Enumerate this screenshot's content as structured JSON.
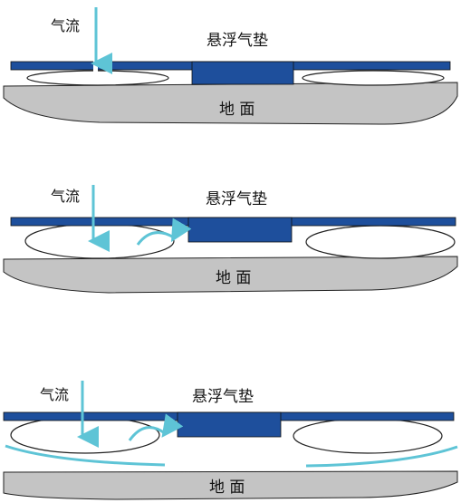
{
  "colors": {
    "plate": "#1e4f9c",
    "ground": "#c4c4c4",
    "airflow": "#5ec4d6",
    "outline": "#222222"
  },
  "panels": [
    {
      "airflow_label": "气流",
      "cushion_label": "悬浮气垫",
      "ground_label": "地 面"
    },
    {
      "airflow_label": "气流",
      "cushion_label": "悬浮气垫",
      "ground_label": "地 面"
    },
    {
      "airflow_label": "气流",
      "cushion_label": "悬浮气垫",
      "ground_label": "地 面"
    }
  ],
  "icons": [
    "airflow-arrow-icon",
    "curved-flow-arrow-icon"
  ]
}
